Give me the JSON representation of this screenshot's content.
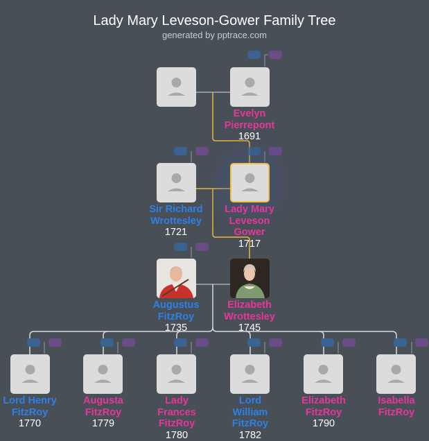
{
  "title": "Lady Mary Leveson-Gower Family Tree",
  "subtitle": "generated by pptrace.com",
  "colors": {
    "male": "#2f80e4",
    "female": "#e5379b",
    "background": "#494f57",
    "focus_line": "#f0c040"
  },
  "people": [
    {
      "name": "",
      "year": "",
      "gender": "",
      "photo": "placeholder"
    },
    {
      "name": "Evelyn Pierrepont",
      "year": "1691",
      "gender": "male-colored-pink",
      "photo": "placeholder"
    },
    {
      "name": "Sir Richard Wrottesley",
      "year": "1721",
      "gender": "male",
      "photo": "placeholder"
    },
    {
      "name": "Lady Mary Leveson Gower",
      "year": "1717",
      "gender": "female",
      "photo": "placeholder",
      "focus": true
    },
    {
      "name": "Augustus FitzRoy",
      "year": "1735",
      "gender": "male",
      "photo": "portrait"
    },
    {
      "name": "Elizabeth Wrottesley",
      "year": "1745",
      "gender": "female",
      "photo": "portrait"
    },
    {
      "name": "Lord Henry FitzRoy",
      "year": "1770",
      "gender": "male",
      "photo": "placeholder"
    },
    {
      "name": "Augusta FitzRoy",
      "year": "1779",
      "gender": "female",
      "photo": "placeholder"
    },
    {
      "name": "Lady Frances FitzRoy",
      "year": "1780",
      "gender": "female",
      "photo": "placeholder"
    },
    {
      "name": "Lord William FitzRoy",
      "year": "1782",
      "gender": "male",
      "photo": "placeholder"
    },
    {
      "name": "Elizabeth FitzRoy",
      "year": "1790",
      "gender": "female",
      "photo": "placeholder"
    },
    {
      "name": "Isabella FitzRoy",
      "year": "",
      "gender": "female",
      "photo": "placeholder"
    }
  ]
}
